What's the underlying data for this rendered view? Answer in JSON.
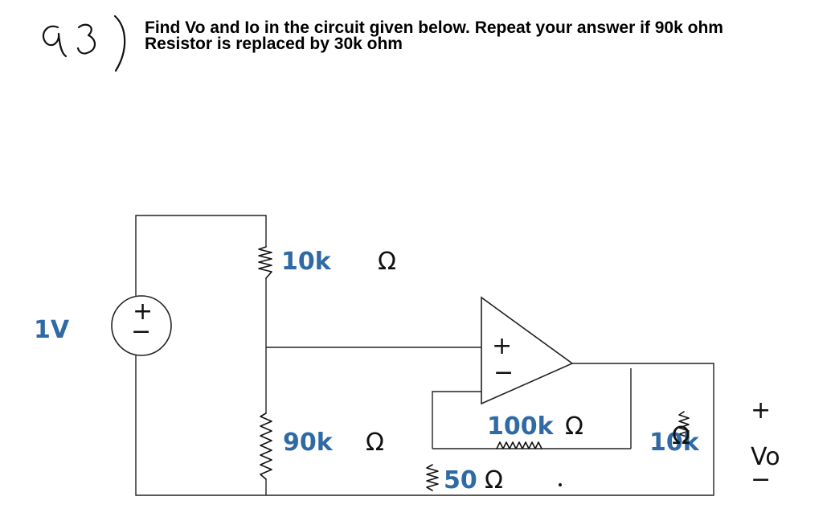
{
  "question": {
    "number": "Q3)",
    "prompt_line1": "Find Vo and Io in the circuit given below. Repeat your answer if 90k ohm",
    "prompt_line2": "Resistor is replaced by 30k ohm"
  },
  "circuit": {
    "source_label": "1V",
    "source_plus": "+",
    "source_minus": "−",
    "top_resistor_value": "10k",
    "top_resistor_unit": "Ω",
    "bottom_resistor_value": "90k",
    "bottom_resistor_unit": "Ω",
    "feedback_resistor_value": "100k",
    "feedback_resistor_unit": "Ω",
    "ground_resistor_value": "50",
    "ground_resistor_unit": "Ω",
    "load_resistor_value": "10k",
    "load_resistor_unit": "Ω",
    "opamp_plus": "+",
    "opamp_minus": "−",
    "output_plus": "+",
    "output_label": "Vo",
    "output_minus": "−"
  },
  "colors": {
    "ink": "#111111",
    "blue_ink": "#2f6aa5",
    "wire": "#222222"
  }
}
